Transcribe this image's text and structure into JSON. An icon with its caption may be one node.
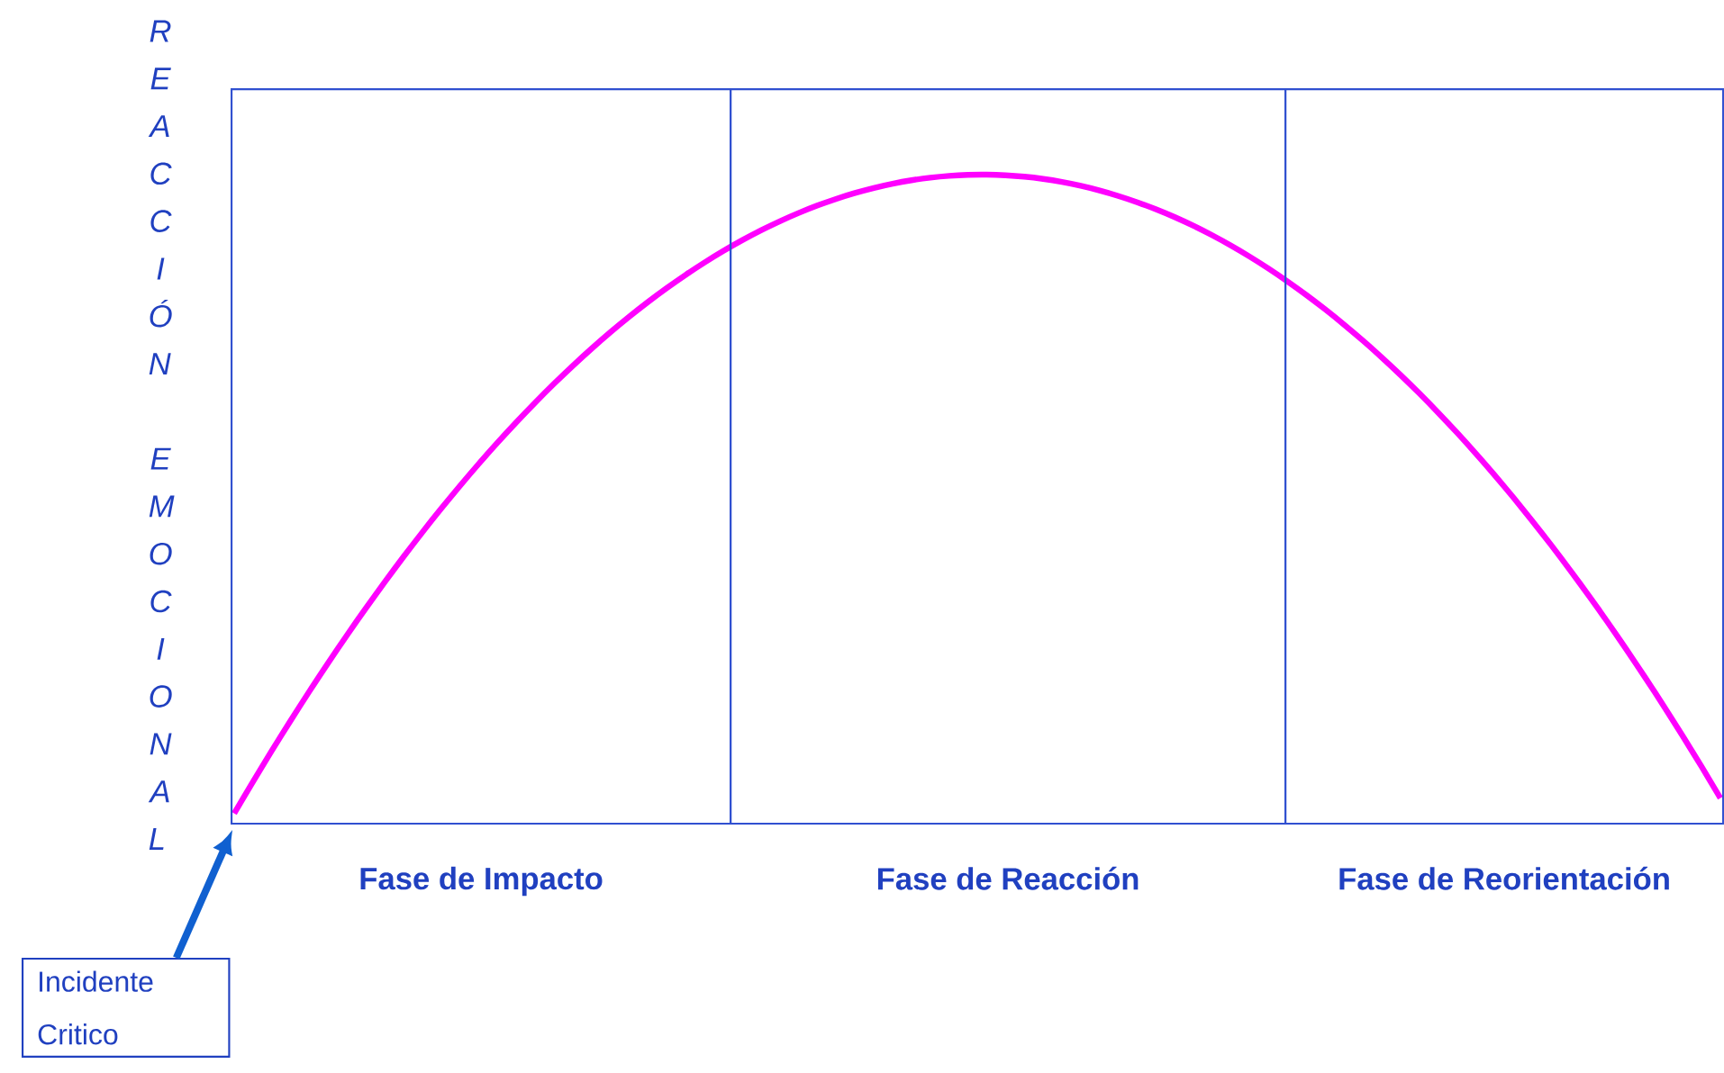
{
  "diagram": {
    "nodes": [
      {
        "text": [
          "Fase de Impacto"
        ]
      },
      {
        "text": [
          "Fase de Reacción"
        ]
      },
      {
        "text": [
          "Fase de Reorientación"
        ]
      },
      {
        "text": [
          "Incidente Critico"
        ]
      }
    ],
    "edges": [
      {
        "from": 3,
        "to": 0,
        "arrow": "to"
      }
    ],
    "labels": [
      "REACCIÓN EMOCIONAL"
    ]
  }
}
